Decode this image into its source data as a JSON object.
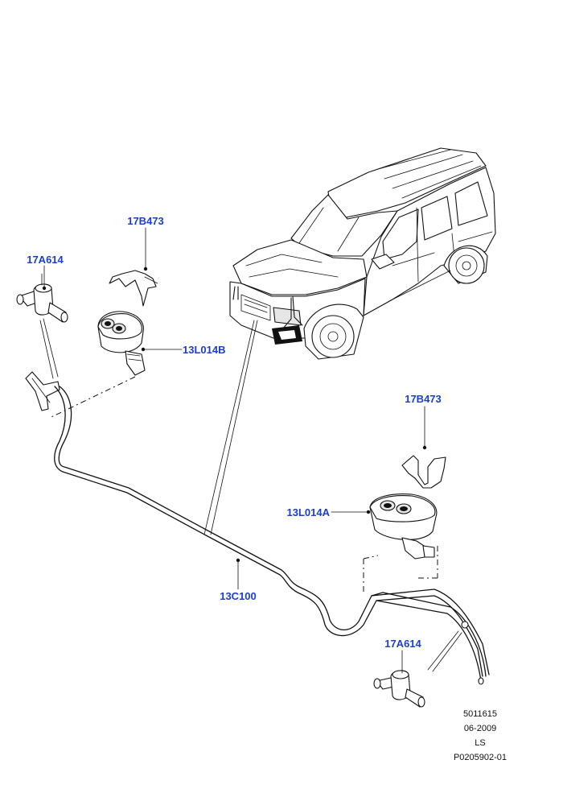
{
  "callouts": {
    "clip_top": "17B473",
    "tpiece_top": "17A614",
    "jet_left": "13L014B",
    "clip_right": "17B473",
    "jet_right": "13L014A",
    "hose": "13C100",
    "tpiece_bottom": "17A614"
  },
  "footer": {
    "line1": "5011615",
    "line2": "06-2009",
    "line3": "LS",
    "line4": "P0205902-01"
  },
  "colors": {
    "callout_text": "#1a3fcf",
    "line_art": "#111111",
    "background": "#ffffff"
  }
}
